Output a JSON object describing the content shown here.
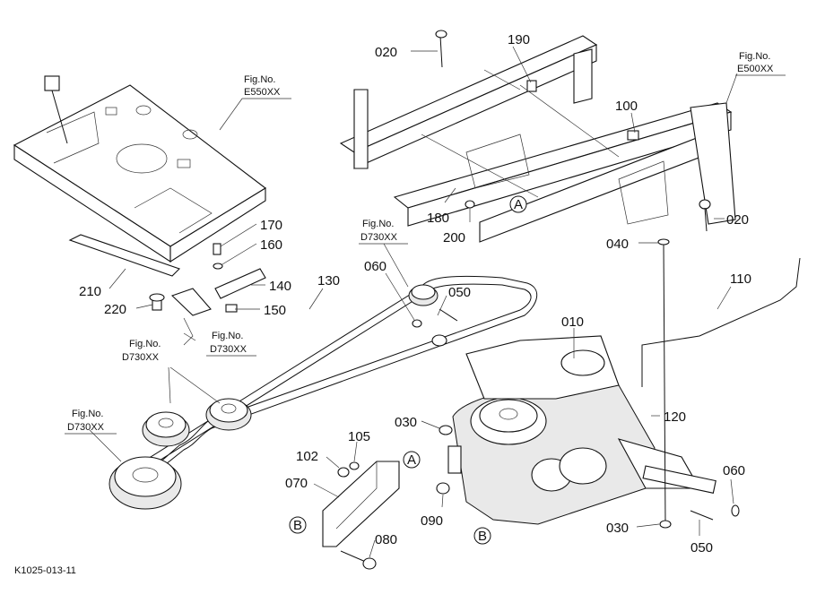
{
  "diagram": {
    "code": "K1025-013-11",
    "fig_refs": {
      "e550": [
        "Fig.No.",
        "E550XX"
      ],
      "e500": [
        "Fig.No.",
        "E500XX"
      ],
      "d730_center": [
        "Fig.No.",
        "D730XX"
      ],
      "d730_mid": [
        "Fig.No.",
        "D730XX"
      ],
      "d730_left": [
        "Fig.No.",
        "D730XX"
      ],
      "d730_bottom": [
        "Fig.No.",
        "D730XX"
      ]
    },
    "parts": {
      "p020a": "020",
      "p190": "190",
      "p100": "100",
      "p020b": "020",
      "p180": "180",
      "p200": "200",
      "p040": "040",
      "p170": "170",
      "p160": "160",
      "p140": "140",
      "p150": "150",
      "p210": "210",
      "p220": "220",
      "p130": "130",
      "p060a": "060",
      "p050a": "050",
      "p110": "110",
      "p010": "010",
      "p120": "120",
      "p030a": "030",
      "p105": "105",
      "p102": "102",
      "p070": "070",
      "p090": "090",
      "p080": "080",
      "p030b": "030",
      "p060b": "060",
      "p050b": "050"
    },
    "markers": {
      "a1": "A",
      "a2": "A",
      "b1": "B",
      "b2": "B"
    }
  }
}
